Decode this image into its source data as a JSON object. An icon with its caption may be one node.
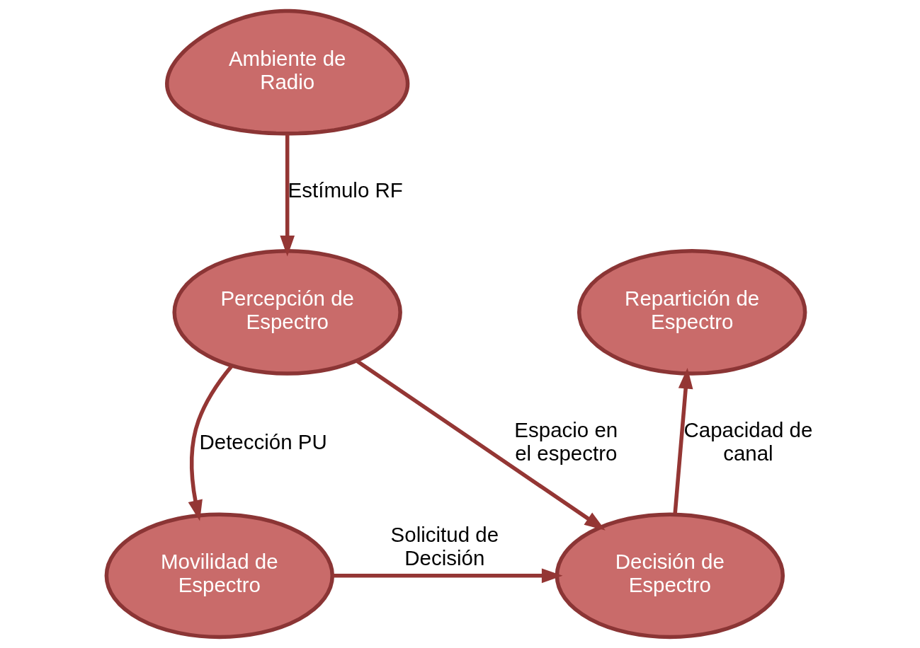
{
  "diagram": {
    "nodes": [
      {
        "text": [
          "Ambiente de Radio"
        ]
      },
      {
        "text": [
          "Percepción de Espectro"
        ]
      },
      {
        "text": [
          "Repartición de Espectro"
        ]
      },
      {
        "text": [
          "Decisión de Espectro"
        ]
      },
      {
        "text": [
          "Movilidad de Espectro"
        ]
      }
    ],
    "edges": [
      {
        "from": 0,
        "to": 1,
        "arrow": "to",
        "label": "Estímulo RF"
      },
      {
        "from": 1,
        "to": 3,
        "arrow": "to",
        "label": "Espacio en el espectro"
      },
      {
        "from": 1,
        "to": 4,
        "arrow": "to",
        "label": "Detección PU"
      },
      {
        "from": 4,
        "to": 3,
        "arrow": "to",
        "label": "Solicitud de Decisión"
      },
      {
        "from": 3,
        "to": 2,
        "arrow": "to",
        "label": "Capacidad de canal"
      }
    ]
  }
}
